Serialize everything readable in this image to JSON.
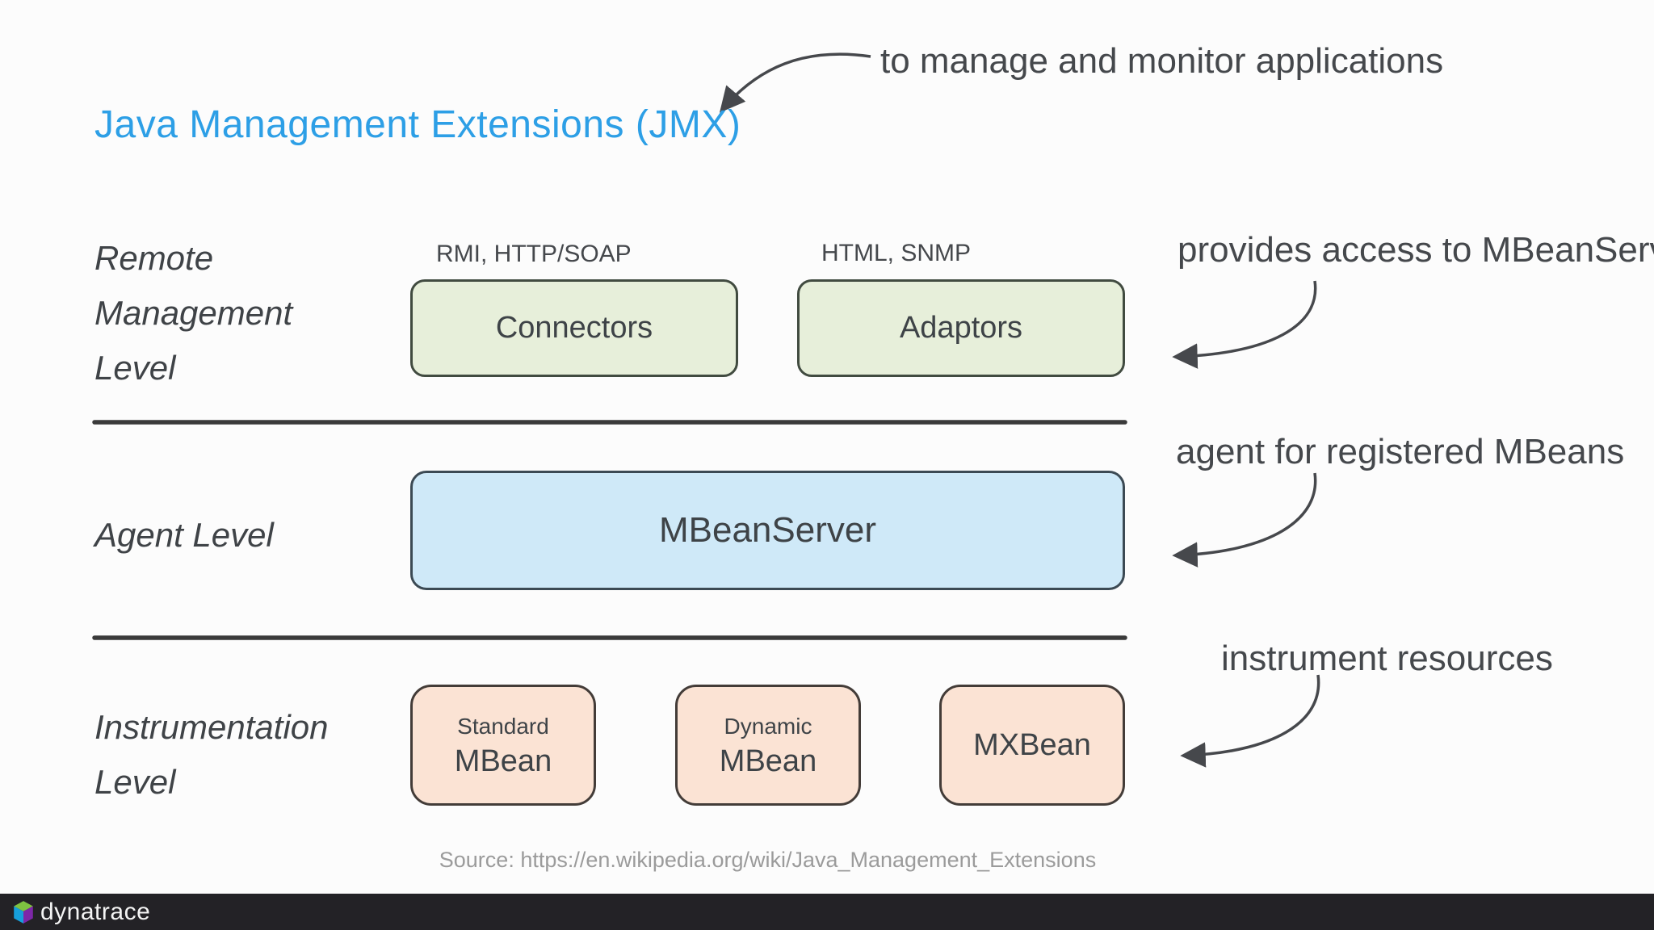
{
  "slide": {
    "title": "Java Management Extensions (JMX)",
    "source": "Source: https://en.wikipedia.org/wiki/Java_Management_Extensions"
  },
  "annotations": {
    "manage": "to manage and monitor applications",
    "provides": "provides access to MBeanServer",
    "agent": "agent for registered MBeans",
    "instrument": "instrument resources"
  },
  "levels": {
    "remote": {
      "line1": "Remote",
      "line2": "Management",
      "line3": "Level"
    },
    "agent": {
      "line1": "Agent Level"
    },
    "instrumentation": {
      "line1": "Instrumentation",
      "line2": "Level"
    }
  },
  "boxes": {
    "connectors": {
      "caption": "RMI, HTTP/SOAP",
      "label": "Connectors"
    },
    "adaptors": {
      "caption": "HTML, SNMP",
      "label": "Adaptors"
    },
    "mbeanserver": {
      "label": "MBeanServer"
    },
    "standard": {
      "top": "Standard",
      "label": "MBean"
    },
    "dynamic": {
      "top": "Dynamic",
      "label": "MBean"
    },
    "mxbean": {
      "label": "MXBean"
    }
  },
  "footer": {
    "brand": "dynatrace"
  },
  "colors": {
    "title_blue": "#2d9fe6",
    "text_dark": "#404448",
    "green_fill": "#e7efda",
    "blue_fill": "#cfe9f8",
    "peach_fill": "#fbe3d4",
    "divider": "#3a3a3a",
    "arrow": "#46484c",
    "source_text": "#9b9b9b",
    "footer_bar": "#232226",
    "logo_green": "#7fc241",
    "logo_blue": "#169fdb",
    "logo_purple": "#7d27a8"
  }
}
